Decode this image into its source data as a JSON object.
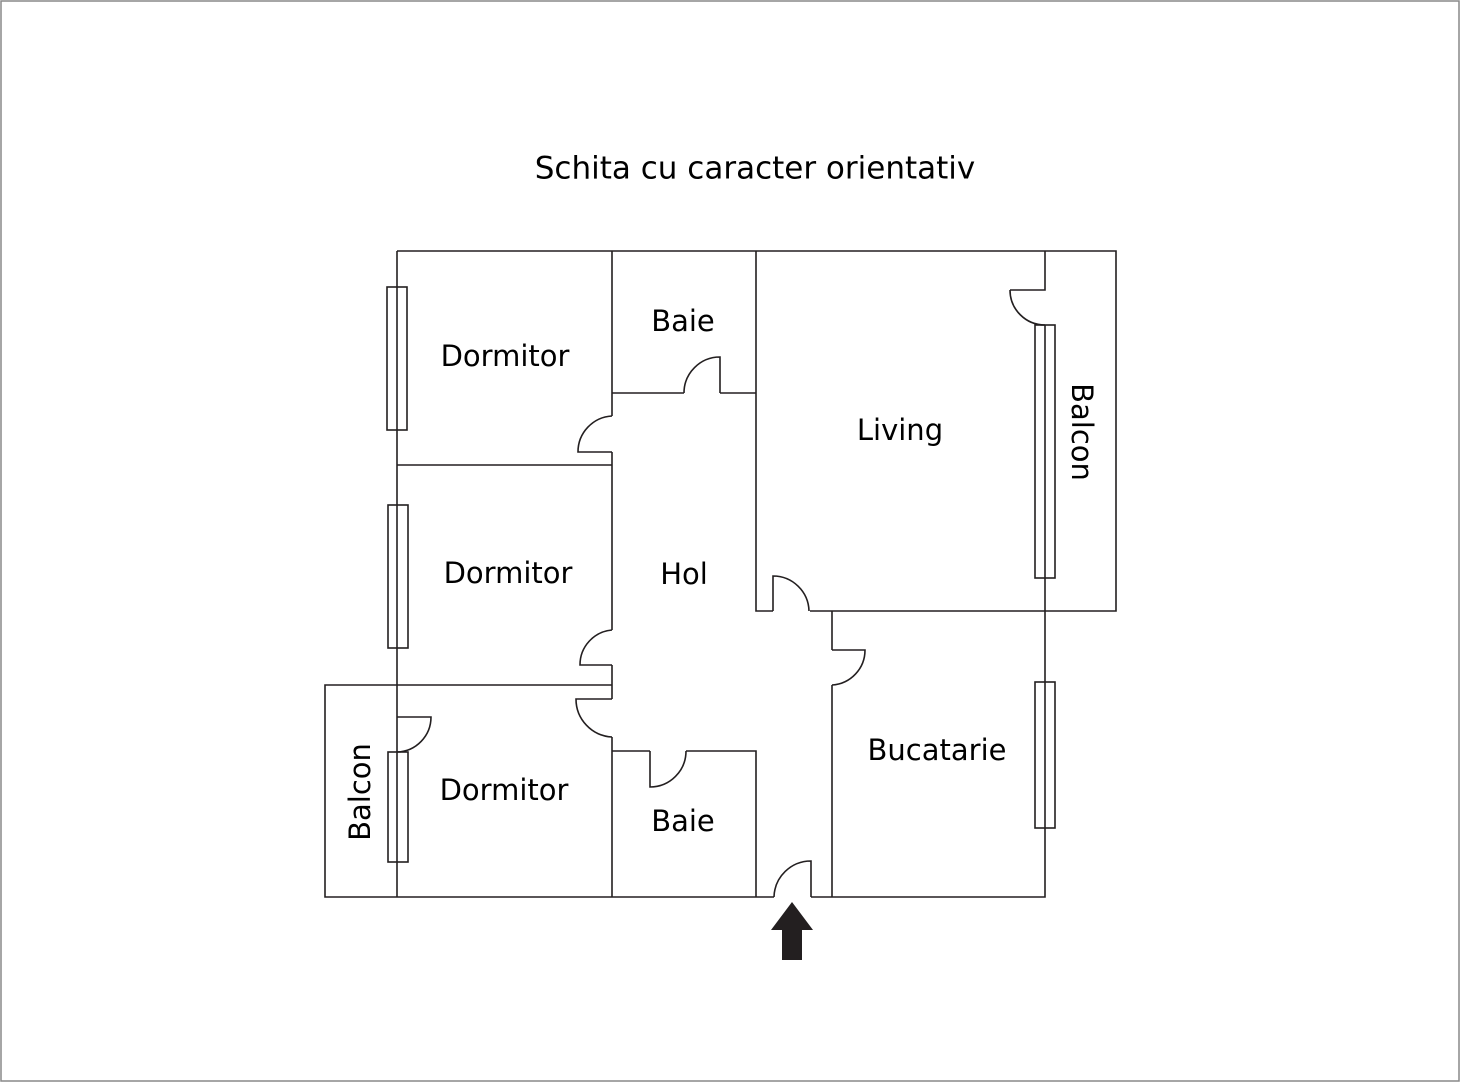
{
  "title": "Schita cu caracter orientativ",
  "rooms": {
    "dormitor_1": "Dormitor",
    "baie_1": "Baie",
    "living": "Living",
    "balcon_right": "Balcon",
    "dormitor_2": "Dormitor",
    "hol": "Hol",
    "bucatarie": "Bucatarie",
    "balcon_left": "Balcon",
    "dormitor_3": "Dormitor",
    "baie_2": "Baie"
  },
  "colors": {
    "line": "#231f20",
    "arrow": "#231f20",
    "frame": "#888888"
  }
}
